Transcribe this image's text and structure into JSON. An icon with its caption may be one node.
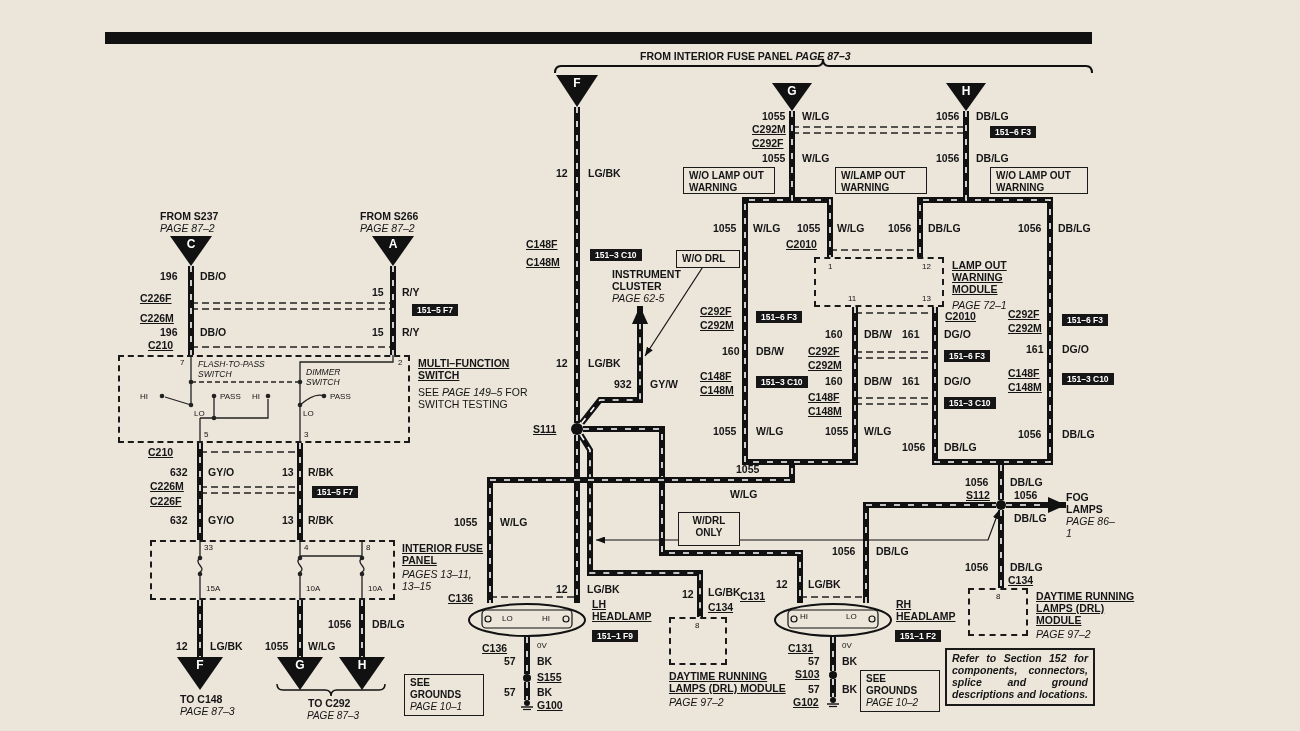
{
  "diagram": {
    "nodes": [
      {
        "text": [
          "C"
        ],
        "beside": [
          "FROM S237",
          "PAGE 87–2"
        ]
      },
      {
        "text": [
          "A"
        ],
        "beside": [
          "FROM S266",
          "PAGE 87–2"
        ]
      },
      {
        "text": [
          "MULTI–FUNCTION SWITCH",
          "SEE *PAGE 149–5* FOR SWITCH TESTING"
        ]
      },
      {
        "text": [
          "INTERIOR FUSE PANEL",
          "PAGES 13–11, 13–15"
        ]
      },
      {
        "text": [
          "F"
        ],
        "beside": [
          "TO C148",
          "PAGE 87–3"
        ]
      },
      {
        "text": [
          "G"
        ]
      },
      {
        "text": [
          "H"
        ]
      },
      {
        "text": [
          "F"
        ]
      },
      {
        "text": [
          "G"
        ]
      },
      {
        "text": [
          "H"
        ]
      },
      {
        "text": [
          "W/O LAMP OUT WARNING"
        ]
      },
      {
        "text": [
          "W/LAMP OUT WARNING"
        ]
      },
      {
        "text": [
          "W/O LAMP OUT WARNING"
        ]
      },
      {
        "text": [
          "LAMP OUT WARNING MODULE",
          "PAGE 72–1"
        ]
      },
      {
        "text": [
          "W/O DRL"
        ]
      },
      {
        "text": [
          "INSTRUMENT CLUSTER",
          "PAGE 62-5"
        ]
      },
      {
        "text": [],
        "shape": "circle",
        "beside": [
          "S111"
        ]
      },
      {
        "text": [
          "W/DRL ONLY"
        ]
      },
      {
        "text": [
          "LH HEADLAMP"
        ]
      },
      {
        "text": [
          "DAYTIME RUNNING LAMPS (DRL) MODULE",
          "PAGE 97–2"
        ]
      },
      {
        "text": [
          "RH HEADLAMP"
        ]
      },
      {
        "text": [],
        "shape": "circle",
        "beside": [
          "S112"
        ]
      },
      {
        "text": [
          "FOG LAMPS",
          "PAGE 86–1"
        ]
      },
      {
        "text": [
          "DAYTIME RUNNING LAMPS (DRL) MODULE",
          "PAGE 97–2"
        ]
      },
      {
        "text": [
          "SEE GROUNDS",
          "PAGE 10–1"
        ]
      },
      {
        "text": [
          "SEE GROUNDS",
          "PAGE 10–2"
        ]
      },
      {
        "text": [
          "Refer to Section 152 for components, connectors, splice and ground descriptions and locations."
        ]
      },
      {
        "text": [],
        "shape": "ground",
        "beside": [
          "G100"
        ]
      },
      {
        "text": [],
        "shape": "ground",
        "beside": [
          "G102"
        ]
      },
      {
        "text": [],
        "shape": "circle",
        "beside": [
          "S155"
        ]
      },
      {
        "text": [],
        "shape": "circle",
        "beside": [
          "S103"
        ]
      }
    ],
    "edges": [
      {
        "from": 0,
        "to": 2,
        "arrow": "none"
      },
      {
        "from": 1,
        "to": 2,
        "arrow": "none"
      },
      {
        "from": 2,
        "to": 3,
        "arrow": "none"
      },
      {
        "from": 2,
        "to": 3,
        "arrow": "none"
      },
      {
        "from": 3,
        "to": 4,
        "arrow": "none"
      },
      {
        "from": 3,
        "to": 5,
        "arrow": "none"
      },
      {
        "from": 3,
        "to": 6,
        "arrow": "none"
      },
      {
        "from": 7,
        "to": 16,
        "arrow": "none"
      },
      {
        "from": 16,
        "to": 15,
        "arrow": "to"
      },
      {
        "from": 16,
        "to": 18,
        "arrow": "none"
      },
      {
        "from": 16,
        "to": 19,
        "arrow": "none"
      },
      {
        "from": 16,
        "to": 20,
        "arrow": "none"
      },
      {
        "from": 8,
        "to": 18,
        "arrow": "none"
      },
      {
        "from": 8,
        "to": 13,
        "arrow": "none"
      },
      {
        "from": 9,
        "to": 13,
        "arrow": "none"
      },
      {
        "from": 9,
        "to": 21,
        "arrow": "none"
      },
      {
        "from": 13,
        "to": 18,
        "arrow": "none"
      },
      {
        "from": 13,
        "to": 21,
        "arrow": "none"
      },
      {
        "from": 20,
        "to": 21,
        "arrow": "none"
      },
      {
        "from": 21,
        "to": 22,
        "arrow": "to"
      },
      {
        "from": 21,
        "to": 23,
        "arrow": "none"
      },
      {
        "from": 17,
        "to": null,
        "arrow": "to"
      },
      {
        "from": 17,
        "to": 21,
        "arrow": "to"
      },
      {
        "from": 14,
        "to": null,
        "arrow": "to"
      },
      {
        "from": 18,
        "to": 29,
        "arrow": "none"
      },
      {
        "from": 29,
        "to": 27,
        "arrow": "none"
      },
      {
        "from": 20,
        "to": 30,
        "arrow": "none"
      },
      {
        "from": 30,
        "to": 28,
        "arrow": "none"
      }
    ],
    "labels": [
      "196",
      "DB/O",
      "C226F",
      "C226M",
      "196",
      "DB/O",
      "C210",
      "15",
      "R/Y",
      "151–5 F7",
      "15",
      "R/Y",
      "7",
      "FLASH-TO-PASS SWITCH",
      "2",
      "DIMMER SWITCH",
      "HI",
      "PASS",
      "LO",
      "HI",
      "PASS",
      "LO",
      "5",
      "3",
      "C210",
      "632",
      "GY/O",
      "13",
      "R/BK",
      "C226M",
      "C226F",
      "151–5 F7",
      "632",
      "GY/O",
      "13",
      "R/BK",
      "33",
      "4",
      "8",
      "15A",
      "10A",
      "10A",
      "12",
      "LG/BK",
      "1055",
      "W/LG",
      "1056",
      "DB/LG",
      "TO C292",
      "PAGE 87–3",
      "FROM INTERIOR FUSE PANEL *PAGE 87–3*",
      "12",
      "LG/BK",
      "C148F",
      "C148M",
      "151–3 C10",
      "12",
      "LG/BK",
      "932",
      "GY/W",
      "1055",
      "W/LG",
      "1055",
      "W/LG",
      "12",
      "LG/BK",
      "12",
      "LG/BK",
      "C134",
      "LO",
      "HI",
      "151–1 F9",
      "C136",
      "C136",
      "0V",
      "57",
      "BK",
      "57",
      "BK",
      "1055",
      "W/LG",
      "C292M",
      "C292F",
      "1055",
      "W/LG",
      "1056",
      "DB/LG",
      "151–6 F3",
      "1056",
      "DB/LG",
      "1055",
      "W/LG",
      "1055",
      "W/LG",
      "1056",
      "DB/LG",
      "1056",
      "DB/LG",
      "C2010",
      "1",
      "12",
      "11",
      "13",
      "C2010",
      "C292F",
      "C292M",
      "151–6 F3",
      "160",
      "DB/W",
      "C148F",
      "C148M",
      "151–3 C10",
      "1055",
      "W/LG",
      "160",
      "DB/W",
      "161",
      "DG/O",
      "C292F",
      "C292M",
      "151–6 F3",
      "160",
      "DB/W",
      "161",
      "DG/O",
      "C148F",
      "C148M",
      "151–3 C10",
      "1055",
      "W/LG",
      "1056",
      "DB/LG",
      "C292F",
      "C292M",
      "151–6 F3",
      "161",
      "DG/O",
      "C148F",
      "C148M",
      "151–3 C10",
      "1056",
      "DB/LG",
      "1056",
      "DB/LG",
      "1056",
      "DB/LG",
      "1056",
      "DB/LG",
      "C134",
      "8",
      "1056",
      "DB/LG",
      "12",
      "LG/BK",
      "C131",
      "HI",
      "LO",
      "151–1 F2",
      "C131",
      "0V",
      "57",
      "BK",
      "57",
      "BK",
      "8"
    ]
  }
}
